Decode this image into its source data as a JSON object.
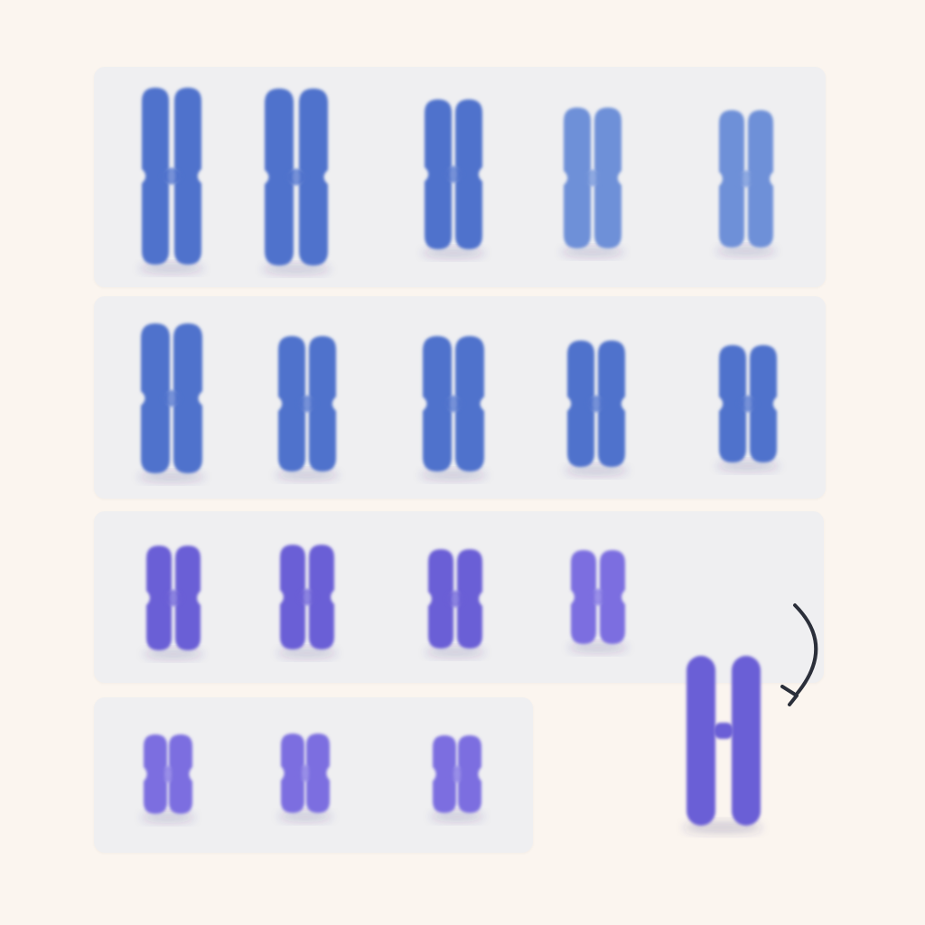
{
  "colors": {
    "background": "#fbf5ef",
    "panel": "#efeff1",
    "chromosome_blue": "#4f72cc",
    "chromosome_light_blue": "#6e90d8",
    "chromosome_purple": "#6a5fd6",
    "chromosome_violet": "#7b6ee0",
    "arrow": "#2b2f3a"
  },
  "icons": {
    "rotate_arrow": "curved-rotate-arrow-icon"
  },
  "groups": [
    {
      "name": "row-1",
      "count": 5
    },
    {
      "name": "row-2",
      "count": 5
    },
    {
      "name": "row-3",
      "count": 4
    },
    {
      "name": "row-4",
      "count": 3
    }
  ],
  "highlighted": {
    "name": "detached-chromosome",
    "rotated": true
  }
}
